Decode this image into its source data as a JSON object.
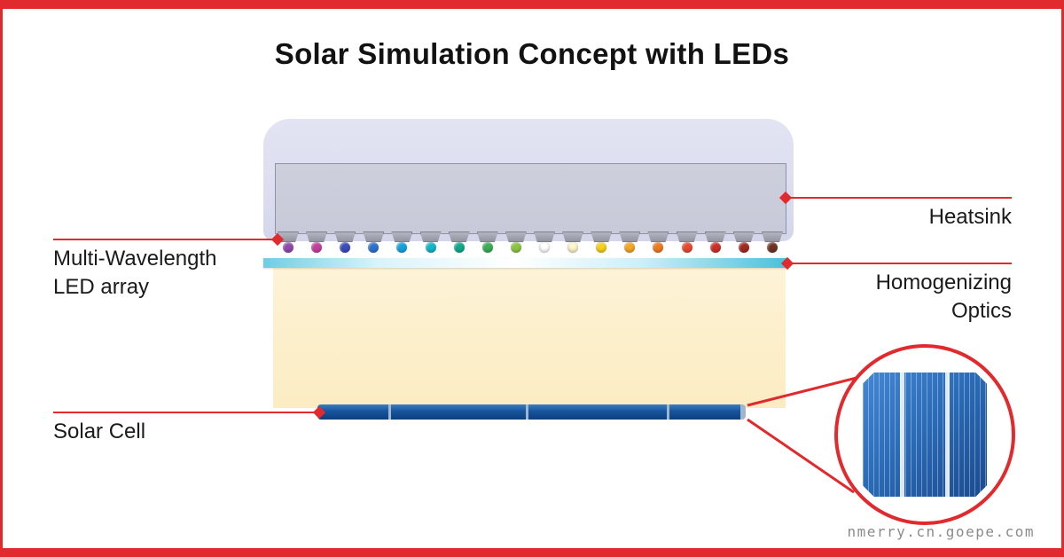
{
  "title": "Solar Simulation Concept with LEDs",
  "callouts": {
    "heatsink": "Heatsink",
    "led_array": [
      "Multi-Wavelength",
      "LED array"
    ],
    "optics": [
      "Homogenizing",
      "Optics"
    ],
    "solar_cell": "Solar Cell"
  },
  "watermark": "nmerry.cn.goepe.com",
  "colors": {
    "accent": "#e02a2e",
    "title_text": "#121212",
    "label_text": "#1a1a1a",
    "heatsink_body": "#dcdeef",
    "heatsink_plate": "#c8cad9",
    "plate_border": "#8f92a6",
    "beam": "#fcefca",
    "optics_left": "#6fcde4",
    "optics_mid": "#ffffff",
    "optics_right": "#49c0da",
    "cell_dark": "#0d3f7d",
    "cell_light": "#3b7ec0",
    "closeup_blue": "#2a6cb8",
    "watermark_text": "#8b8b8b"
  },
  "led_colors": [
    "#9149ae",
    "#c63e9e",
    "#3c4cbd",
    "#2e72cf",
    "#14a3e0",
    "#0fb8c9",
    "#0fa98c",
    "#3aae53",
    "#8cc63f",
    "#ffffff",
    "#fdf6c9",
    "#f7d117",
    "#f5a623",
    "#ef7b1f",
    "#e8492f",
    "#cf2f27",
    "#a32a20",
    "#6f3322"
  ],
  "cell_segment_widths": [
    80,
    152,
    156,
    80
  ]
}
